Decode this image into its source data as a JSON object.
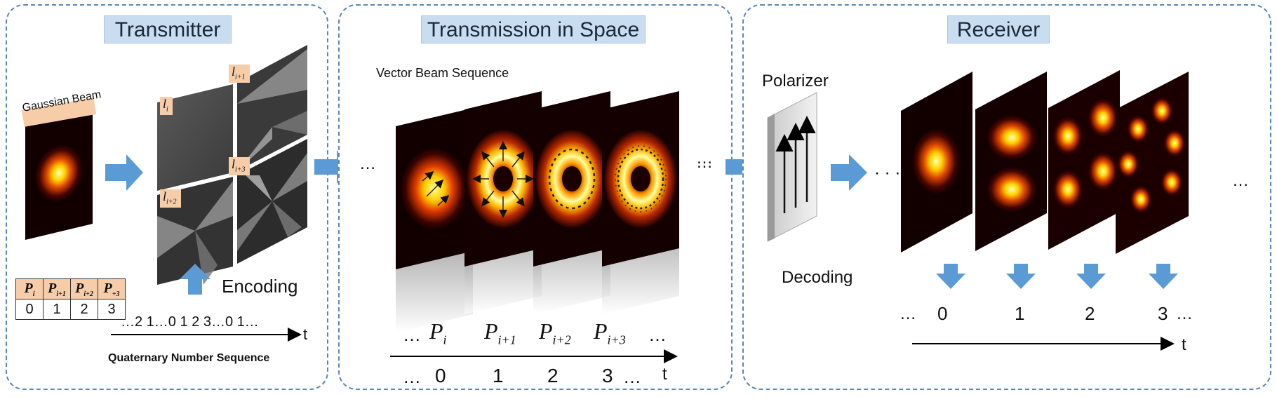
{
  "panels": {
    "transmitter": {
      "title": "Transmitter",
      "gaussian_label": "Gaussian Beam",
      "hologram_labels": [
        "l",
        "l",
        "l",
        "l"
      ],
      "hologram_subs": [
        "i",
        "i+1",
        "i+2",
        "i+3"
      ],
      "encoding_label": "Encoding",
      "table_headers": [
        "P",
        "P",
        "P",
        "P"
      ],
      "table_header_subs": [
        "i",
        "i+1",
        "i+2",
        "+3"
      ],
      "table_values": [
        "0",
        "1",
        "2",
        "3"
      ],
      "sequence_text": "…2 1…0 1 2 3…0 1…",
      "axis_t": "t",
      "sequence_caption": "Quaternary Number Sequence"
    },
    "space": {
      "title": "Transmission in Space",
      "vector_label": "Vector Beam Sequence",
      "ellipsis": "…",
      "p_labels": [
        "P",
        "P",
        "P",
        "P"
      ],
      "p_subs": [
        "i",
        "i+1",
        "i+2",
        "i+3"
      ],
      "values": [
        "0",
        "1",
        "2",
        "3"
      ],
      "axis_t": "t"
    },
    "receiver": {
      "title": "Receiver",
      "polarizer_label": "Polarizer",
      "decoding_label": "Decoding",
      "ellipsis": "…",
      "values": [
        "0",
        "1",
        "2",
        "3"
      ],
      "axis_t": "t"
    }
  },
  "colors": {
    "panel_border": "#5a86b8",
    "title_bg": "#c9ddf1",
    "arrow": "#5b9bd5",
    "label_bg": "#f6cda8"
  }
}
